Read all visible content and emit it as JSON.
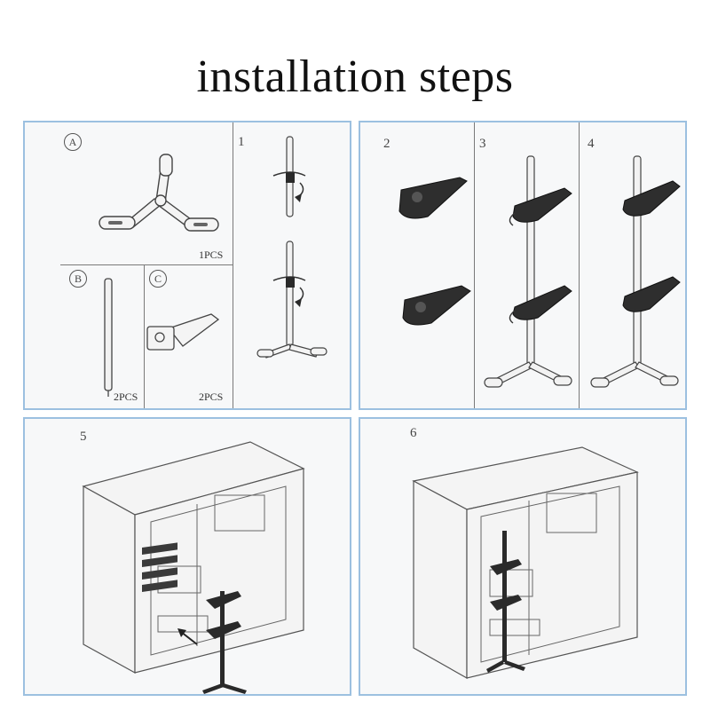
{
  "title": "installation steps",
  "parts": {
    "a": {
      "marker": "A",
      "qty": "1PCS"
    },
    "b": {
      "marker": "B",
      "qty": "2PCS"
    },
    "c": {
      "marker": "C",
      "qty": "2PCS"
    }
  },
  "steps": {
    "s1": "1",
    "s2": "2",
    "s3": "3",
    "s4": "4",
    "s5": "5",
    "s6": "6"
  },
  "colors": {
    "panel_border": "#9cc0e0",
    "panel_bg": "#f7f8f9",
    "bracket": "#2a2a2a",
    "line_art": "#444444"
  }
}
